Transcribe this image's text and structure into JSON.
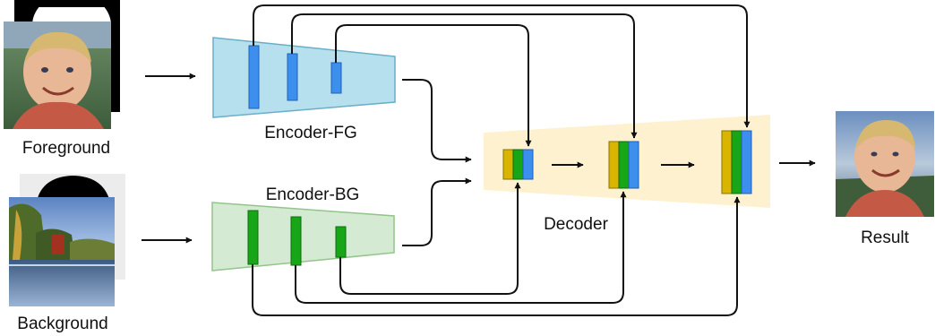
{
  "labels": {
    "foreground": "Foreground",
    "background": "Background",
    "encoder_fg": "Encoder-FG",
    "encoder_bg": "Encoder-BG",
    "decoder": "Decoder",
    "result": "Result"
  },
  "images": {
    "foreground_photo": "boy-portrait-photo",
    "foreground_mask": "foreground-silhouette-mask",
    "background_photo": "lake-landscape-photo",
    "background_mask": "background-silhouette-mask",
    "result_photo": "composited-result-photo"
  },
  "colors": {
    "encoder_fg_fill": "#b7e0ef",
    "encoder_fg_stroke": "#6aaec7",
    "encoder_bg_fill": "#d5ead2",
    "encoder_bg_stroke": "#93c48c",
    "decoder_fill": "#fdf1cf",
    "feature_blue": "#3d8fee",
    "feature_green": "#17a617",
    "feature_yellow": "#d9b500",
    "arrow": "#111111"
  }
}
